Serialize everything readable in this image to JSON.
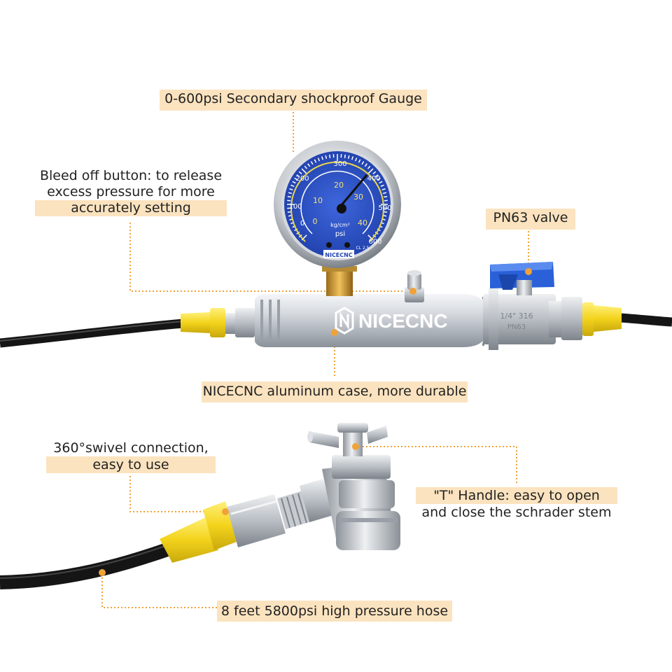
{
  "brand": {
    "name": "NICECNC"
  },
  "gauge": {
    "unit_outer": "psi",
    "unit_inner": "kg/cm²",
    "outer_ticks": [
      "0",
      "100",
      "200",
      "300",
      "400",
      "500",
      "600"
    ],
    "inner_ticks": [
      "0",
      "10",
      "20",
      "30",
      "40"
    ],
    "class_text": "CL 2.5",
    "brand_text": "NICECNC"
  },
  "valve": {
    "marking_top": "1/4\" 316",
    "marking_bottom": "PN63"
  },
  "callouts": {
    "gauge": "0-600psi Secondary shockproof Gauge",
    "bleed_line1": "Bleed off button: to release",
    "bleed_line2": "excess pressure for more",
    "bleed_line3": "accurately setting",
    "pn63": "PN63 valve",
    "case": "NICECNC aluminum case, more durable",
    "swivel_line1": "360°swivel connection,",
    "swivel_line2": "easy to use",
    "thandle_line1": "\"T\" Handle: easy to open",
    "thandle_line2": "and close the schrader stem",
    "hose": "8 feet 5800psi high pressure hose"
  },
  "colors": {
    "label_bg": "#fbe3bf",
    "leader": "#f0a23a",
    "gauge_face": "#2f55c9",
    "fitting_yellow": "#f1d21e",
    "valve_blue": "#2a61d8",
    "hose": "#151515"
  }
}
